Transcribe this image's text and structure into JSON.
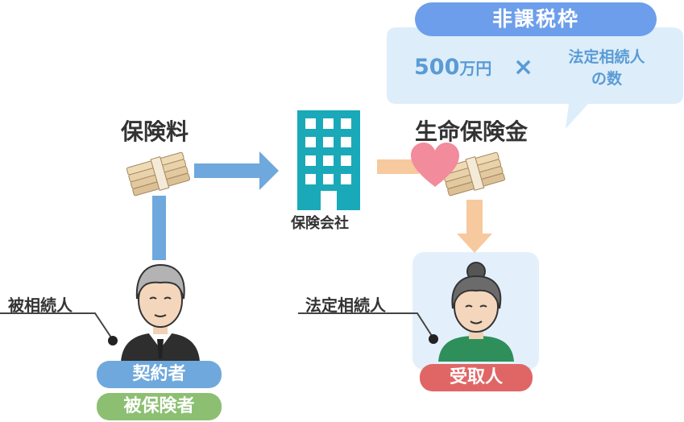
{
  "tax_free": {
    "header": "非課税枠",
    "amount": "500",
    "unit": "万円",
    "times": "×",
    "multiplier_line1": "法定相続人",
    "multiplier_line2": "の数"
  },
  "premium_label": "保険料",
  "insurer_label": "保険会社",
  "benefit_label": "生命保険金",
  "decedent": {
    "label": "被相続人",
    "badge_contractor": "契約者",
    "badge_insured": "被保険者"
  },
  "heir": {
    "label": "法定相続人",
    "badge_recipient": "受取人"
  },
  "colors": {
    "blue_badge": "#6fa8dc",
    "green_badge": "#8cbf72",
    "red_badge": "#e06666",
    "header_blue": "#6d9eeb",
    "panel_blue": "#ddeefa",
    "building_teal": "#1aa9b8",
    "arrow_blue": "#6fa8dc",
    "arrow_peach": "#f7c99e",
    "heart_pink": "#f28b9b"
  }
}
